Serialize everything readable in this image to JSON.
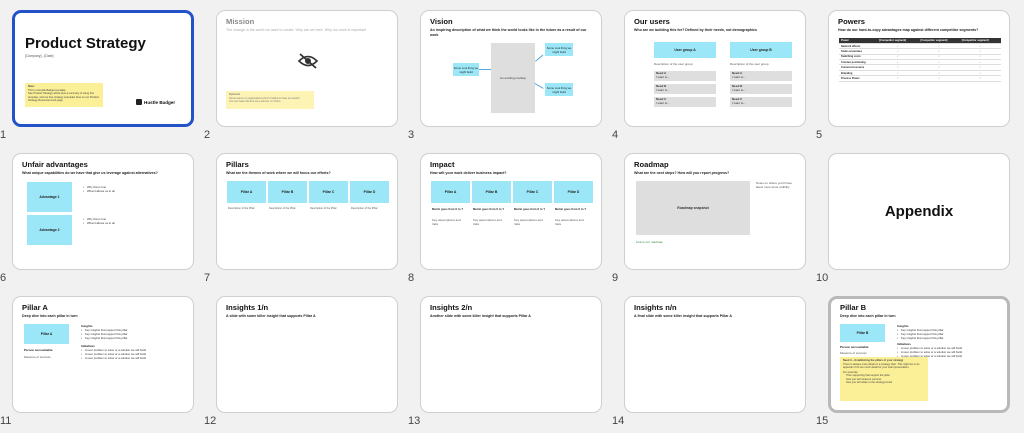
{
  "slides": {
    "s1": {
      "number": "1",
      "title": "Product Strategy",
      "subtitle": "[Company] - [Date]",
      "note_title": "Note:",
      "note_lines": [
        "This is a Hustle Badger template.",
        "See Product Strategy article plus a summary of using this template, and our free strategy examples here on our Product Strategy Resources Hub page."
      ],
      "logo_text": "Hustle Badger"
    },
    "s2": {
      "number": "2",
      "title": "Mission",
      "subtitle": "The change in the world we want to create. Why are we here. Why our work is important",
      "note_lines": [
        "Optional:",
        "Some teams or organisations find it helpful to have an explicit",
        "You can have this info as a sub-tier vs Vision."
      ]
    },
    "s3": {
      "number": "3",
      "title": "Vision",
      "subtitle": "An inspiring description of what we think the world looks like in the future as a result of our work",
      "left_box": "Some cool thing we might build",
      "center_box": "An exciting mockup",
      "right_box_1": "Some cool thing we might build",
      "right_box_2": "Some cool thing we might build"
    },
    "s4": {
      "number": "4",
      "title": "Our users",
      "subtitle": "Who are we building this for? Defined by their needs, not demographics",
      "group_a": "User group A",
      "group_b": "User group B",
      "description": "Description of the user group",
      "needs": [
        "Need A",
        "Need B",
        "Need C"
      ],
      "need_detail": "I want to..."
    },
    "s5": {
      "number": "5",
      "title": "Powers",
      "subtitle": "How do our hard-to-copy advantages map against different competitor segments?",
      "header": [
        "Power",
        "[Competitor segment]",
        "[Competitor segment]",
        "[Competitor segment]"
      ],
      "rows": [
        "Network effects",
        "Scale economies",
        "Switching costs",
        "Counter positioning",
        "Cornered resource",
        "Branding",
        "Process Power"
      ],
      "mark": "✓"
    },
    "s6": {
      "number": "6",
      "title": "Unfair advantages",
      "subtitle": "What unique capabilities do we have that give us leverage against alternatives?",
      "advantages": [
        {
          "label": "Advantage 1",
          "bullets": [
            "Why this is true",
            "What it allows us to do"
          ]
        },
        {
          "label": "Advantage 2",
          "bullets": [
            "Why this is true",
            "What it allows us to do"
          ]
        }
      ]
    },
    "s7": {
      "number": "7",
      "title": "Pillars",
      "subtitle": "What are the themes of work where we will focus our efforts?",
      "pillars": [
        "Pillar A",
        "Pillar B",
        "Pillar C",
        "Pillar D"
      ],
      "description": "Description of the Pillar"
    },
    "s8": {
      "number": "8",
      "title": "Impact",
      "subtitle": "How will your work deliver business impact?",
      "pillars": [
        "Pillar A",
        "Pillar B",
        "Pillar C",
        "Pillar D"
      ],
      "metric": "Metric goes from X to Y",
      "assumptions": "Key assumptions and risks"
    },
    "s9": {
      "number": "9",
      "title": "Roadmap",
      "subtitle": "What are the next steps? How will you report progress?",
      "snapshot": "Roadmap snapshot",
      "side_note": "Notes on where you'll have latest more done visibility",
      "link": "Link to our roadmap"
    },
    "s10": {
      "number": "10",
      "title": "Appendix"
    },
    "s11": {
      "number": "11",
      "title": "Pillar A",
      "subtitle": "Deep dive into each pillar in turn",
      "box": "Pillar A",
      "insights_label": "Insights",
      "insights": [
        "Key insights that support this pillar",
        "Key insights that support this pillar",
        "Key insights that support this pillar"
      ],
      "owner": "Person accountable",
      "measure": "Measure of success",
      "initiatives_label": "Initiatives",
      "initiatives": [
        "A user problem to solve or a solution we will build",
        "A user problem to solve or a solution we will build",
        "A user problem to solve or a solution we will build"
      ]
    },
    "s12": {
      "number": "12",
      "title": "Insights 1/n",
      "subtitle": "A slide with some killer insight that supports Pillar A"
    },
    "s13": {
      "number": "13",
      "title": "Insights 2/n",
      "subtitle": "Another slide with some killer insight that supports Pillar A"
    },
    "s14": {
      "number": "14",
      "title": "Insights n/n",
      "subtitle": "A final slide with some killer insight that supports Pillar A"
    },
    "s15": {
      "number": "15",
      "title": "Pillar B",
      "subtitle": "Deep dive into each pillar in turn",
      "box": "Pillar B",
      "insights_label": "Insights",
      "insights": [
        "Key insights that support this pillar",
        "Key insights that support this pillar",
        "Key insights that support this pillar"
      ],
      "owner": "Person accountable",
      "measure": "Measure of success",
      "initiatives_label": "Initiatives",
      "initiatives": [
        "A user problem to solve or a solution we will build",
        "A user problem to solve or a solution we will build",
        "A user problem to solve or a solution we will build"
      ],
      "note_title": "Need it – Establishing the pillars of your strategy",
      "note_body": "There is always more detail on a strategy than. This might be in an appendix if it's too much detail for your main presentation.",
      "note_sub": "For example:",
      "note_items": [
        "Then supporting that support the pillar",
        "How you will measure success",
        "How you will relate to the strategy levels"
      ]
    }
  }
}
